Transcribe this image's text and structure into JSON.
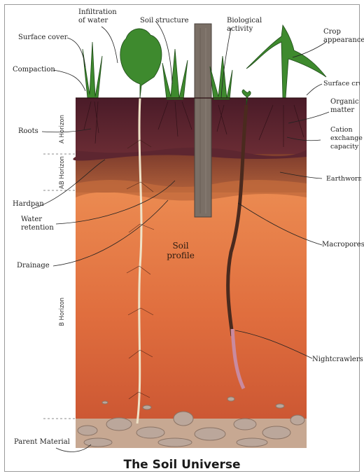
{
  "title": "The Soil Universe",
  "center_label": {
    "line1": "Soil",
    "line2": "profile"
  },
  "horizons": {
    "a": "A Horizon",
    "ab": "AB Horizon",
    "b": "B Horizon"
  },
  "labels": {
    "infiltration": "Infiltration of water",
    "soil_structure": "Soil structure",
    "biological_activity": "Biological activity",
    "crop_appearance": "Crop appearance",
    "surface_cover": "Surface cover",
    "compaction": "Compaction",
    "surface_crust": "Surface crust",
    "organic_matter": "Organic matter",
    "roots": "Roots",
    "cation_exchange": "Cation exchange capacity",
    "earthworms": "Earthworms",
    "hardpan": "Hardpan",
    "water_retention": "Water retention",
    "macropores": "Macropores",
    "drainage": "Drainage",
    "nightcrawlers": "Nightcrawlers",
    "parent_material": "Parent Material"
  },
  "colors": {
    "topsoil": "#5a2230",
    "ab_layer": "#8a4a32",
    "subsoil_top": "#e8834a",
    "subsoil_bottom": "#cf5a33",
    "rock": "#b9a79a",
    "post": "#7a6f66",
    "plant": "#3e8a2e"
  }
}
